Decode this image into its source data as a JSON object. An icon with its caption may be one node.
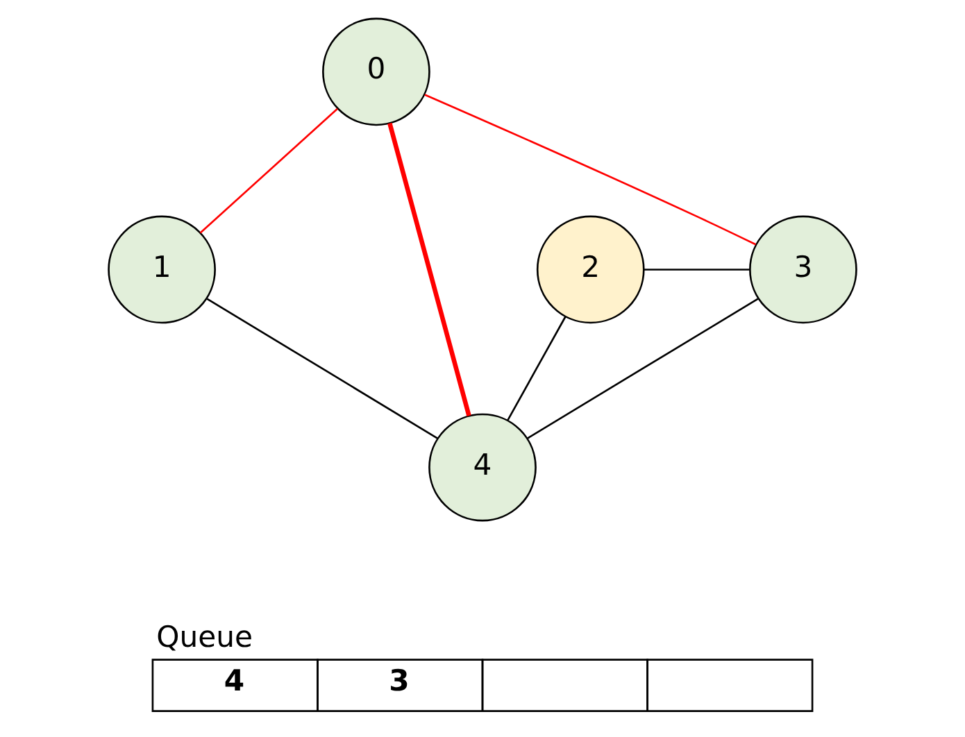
{
  "diagram": {
    "nodes": [
      {
        "text": [
          "0"
        ]
      },
      {
        "text": [
          "1"
        ]
      },
      {
        "text": [
          "2"
        ]
      },
      {
        "text": [
          "3"
        ]
      },
      {
        "text": [
          "4"
        ]
      }
    ],
    "edges": [
      {
        "from": 0,
        "to": 1,
        "arrow": "none",
        "color": "#ff0000"
      },
      {
        "from": 0,
        "to": 4,
        "arrow": "none",
        "color": "#ff0000",
        "style": "thick"
      },
      {
        "from": 0,
        "to": 3,
        "arrow": "none",
        "color": "#ff0000"
      },
      {
        "from": 2,
        "to": 3,
        "arrow": "none"
      },
      {
        "from": 2,
        "to": 4,
        "arrow": "none"
      },
      {
        "from": 1,
        "to": 4,
        "arrow": "none"
      },
      {
        "from": 4,
        "to": 3,
        "arrow": "none"
      }
    ],
    "labels": [
      "Queue",
      "4",
      "3"
    ]
  }
}
